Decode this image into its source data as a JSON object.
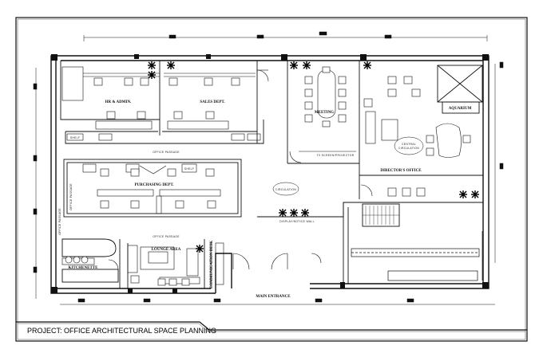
{
  "title_block": {
    "project_title": "PROJECT: OFFICE ARCHITECTURAL SPACE PLANNING"
  },
  "rooms": {
    "hr_admin": "HR & ADMIN.",
    "sales_dept": "SALES DEPT.",
    "meeting": "MEETING",
    "tv_screen_projector": "TV SCREEN/PROJECTOR",
    "directors_office": "DIRECTOR'S OFFICE",
    "central_circulation": [
      "CENTRAL",
      "CIRCULATION"
    ],
    "aquarium": "AQUARIUM",
    "purchasing_dept": "PURCHASING DEPT.",
    "circulation": "CIRCULATION",
    "kitchenette": "KITCHENETTE",
    "lounge_area": "LOUNGE AREA",
    "communication_desk": "COMMUNICATION DESK",
    "main_entrance": "MAIN ENTRANCE",
    "display_notice_wall": "DISPLAY/NOTICE WALL",
    "passage_top": "OFFICE PASSAGE",
    "passage_bottom": "OFFICE PASSAGE",
    "passage_left": "OFFICE PASSAGE",
    "passage_left_2": "OFFICE PASSAGE",
    "shelf": "SHELF",
    "shelf_top": "SHELF"
  }
}
